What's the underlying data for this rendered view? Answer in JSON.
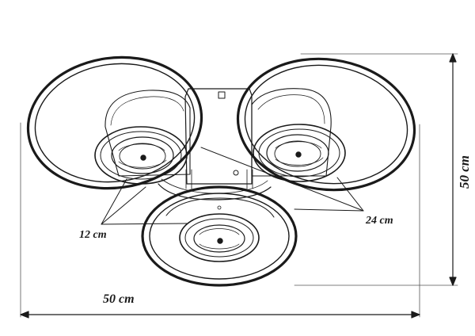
{
  "diagram": {
    "type": "dimension-drawing",
    "subject": "three-ring ceiling lamp",
    "labels": {
      "ring_diameter": "24 cm",
      "shade_diameter": "12 cm",
      "overall_width": "50 cm",
      "overall_depth": "50 cm"
    },
    "colors": {
      "line": "#1a1a1a",
      "background": "#ffffff"
    }
  }
}
